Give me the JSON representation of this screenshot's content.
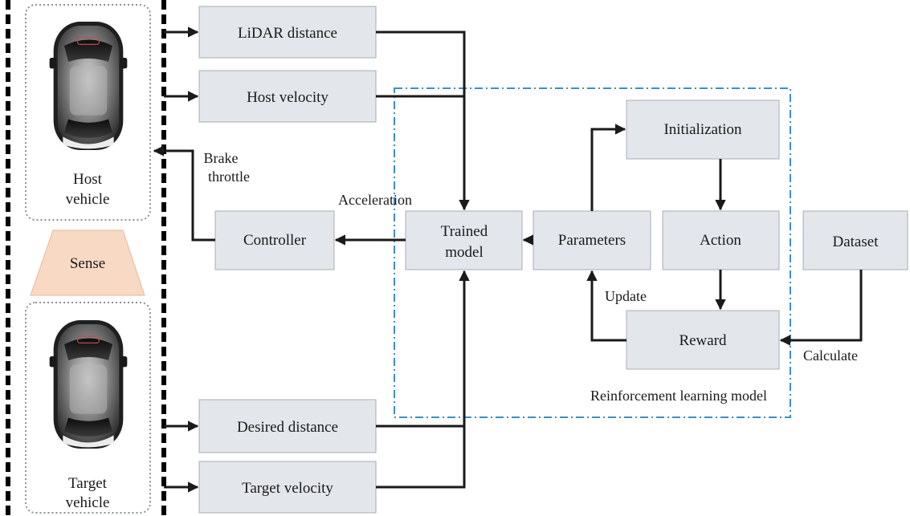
{
  "vehicles": {
    "host_label_line1": "Host",
    "host_label_line2": "vehicle",
    "target_label_line1": "Target",
    "target_label_line2": "vehicle",
    "sense_label": "Sense"
  },
  "inputs": {
    "lidar_distance": "LiDAR distance",
    "host_velocity": "Host velocity",
    "desired_distance": "Desired distance",
    "target_velocity": "Target velocity"
  },
  "control": {
    "controller": "Controller",
    "trained_model_line1": "Trained",
    "trained_model_line2": "model",
    "brake_line1": "Brake",
    "brake_line2": "throttle",
    "acceleration": "Acceleration"
  },
  "rl_model": {
    "region_label": "Reinforcement learning model",
    "parameters": "Parameters",
    "initialization": "Initialization",
    "action": "Action",
    "reward": "Reward",
    "update": "Update"
  },
  "dataset": {
    "label": "Dataset",
    "calculate": "Calculate"
  },
  "colors": {
    "box_fill": "#e3e6ea",
    "rl_border": "#3a8fcc",
    "sense_fill": "#f8d9c3",
    "vehicle_border": "#8a9099"
  }
}
